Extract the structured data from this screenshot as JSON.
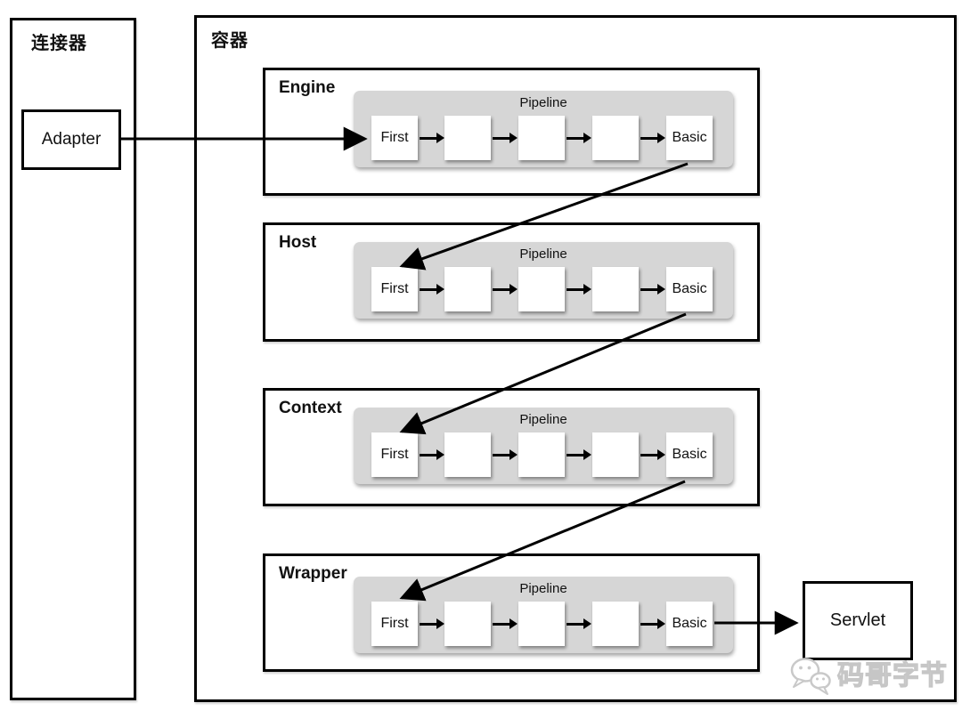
{
  "diagram": {
    "connector": {
      "label": "连接器",
      "adapter_label": "Adapter"
    },
    "container": {
      "label": "容器"
    },
    "sections": [
      {
        "label": "Engine",
        "pipeline_label": "Pipeline",
        "valves": [
          "First",
          "",
          "",
          "",
          "Basic"
        ]
      },
      {
        "label": "Host",
        "pipeline_label": "Pipeline",
        "valves": [
          "First",
          "",
          "",
          "",
          "Basic"
        ]
      },
      {
        "label": "Context",
        "pipeline_label": "Pipeline",
        "valves": [
          "First",
          "",
          "",
          "",
          "Basic"
        ]
      },
      {
        "label": "Wrapper",
        "pipeline_label": "Pipeline",
        "valves": [
          "First",
          "",
          "",
          "",
          "Basic"
        ]
      }
    ],
    "servlet_label": "Servlet",
    "watermark": {
      "text": "码哥字节",
      "icon": "wechat-icon",
      "color": "#c9c9c9"
    },
    "colors": {
      "pipeline_bg": "#d6d6d6",
      "line": "#000000",
      "box_border": "#000000",
      "background": "#ffffff"
    }
  }
}
